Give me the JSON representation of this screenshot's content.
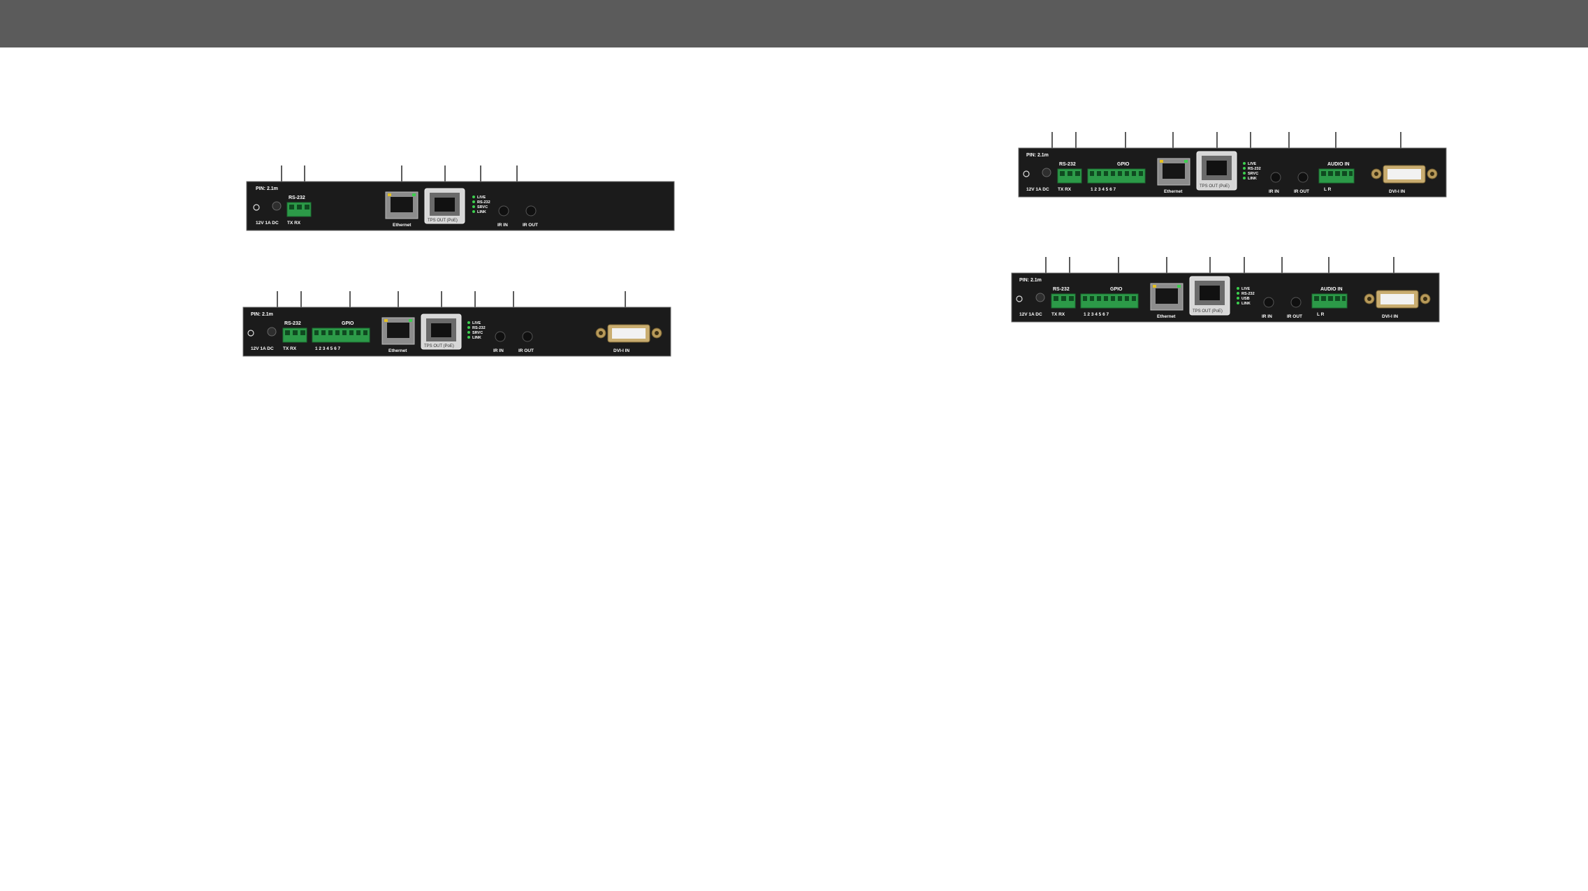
{
  "panels": [
    {
      "id": "panel-1",
      "callouts": 6,
      "labels": {
        "pin": "PIN: 2.1m",
        "power": "12V 1A DC",
        "rs232": "RS-232",
        "txrx": "TX RX",
        "ethernet": "Ethernet",
        "tps": "TPS OUT (PoE)",
        "leds": [
          "LIVE",
          "RS-232",
          "SRVC",
          "LINK"
        ],
        "ir_in": "IR IN",
        "ir_out": "IR OUT"
      }
    },
    {
      "id": "panel-2",
      "callouts": 8,
      "labels": {
        "pin": "PIN: 2.1m",
        "power": "12V 1A DC",
        "rs232": "RS-232",
        "txrx": "TX RX",
        "gpio": "GPIO",
        "gpio_nums": "1 2 3 4 5 6 7",
        "ethernet": "Ethernet",
        "tps": "TPS OUT (PoE)",
        "leds": [
          "LIVE",
          "RS-232",
          "SRVC",
          "LINK"
        ],
        "ir_in": "IR IN",
        "ir_out": "IR OUT",
        "dvi": "DVI-I IN"
      }
    },
    {
      "id": "panel-3",
      "callouts": 9,
      "labels": {
        "pin": "PIN: 2.1m",
        "power": "12V 1A DC",
        "rs232": "RS-232",
        "txrx": "TX RX",
        "gpio": "GPIO",
        "gpio_nums": "1 2 3 4 5 6 7",
        "ethernet": "Ethernet",
        "tps": "TPS OUT (PoE)",
        "leds": [
          "LIVE",
          "RS-232",
          "SRVC",
          "LINK"
        ],
        "ir_in": "IR IN",
        "ir_out": "IR OUT",
        "audio": "AUDIO IN",
        "audio_lr": "L   R",
        "dvi": "DVI-I IN"
      }
    },
    {
      "id": "panel-4",
      "callouts": 9,
      "labels": {
        "pin": "PIN: 2.1m",
        "power": "12V 1A DC",
        "rs232": "RS-232",
        "txrx": "TX RX",
        "gpio": "GPIO",
        "gpio_nums": "1 2 3 4 5 6 7",
        "ethernet": "Ethernet",
        "tps": "TPS OUT (PoE)",
        "leds": [
          "LIVE",
          "RS-232",
          "USB",
          "LINK"
        ],
        "ir_in": "IR IN",
        "ir_out": "IR OUT",
        "audio": "AUDIO IN",
        "audio_lr": "L   R",
        "dvi": "DVI-I IN"
      }
    }
  ]
}
